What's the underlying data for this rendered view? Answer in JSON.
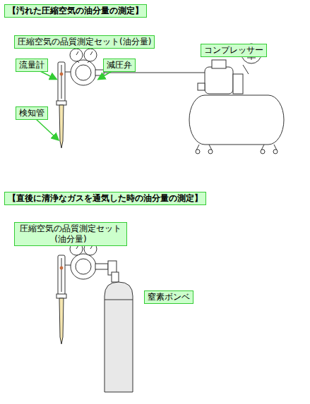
{
  "diagram": {
    "nodes": [
      {
        "text": [
          "【汚れた圧縮空気の油分量の測定】"
        ]
      },
      {
        "text": [
          "圧縮空気の品質測定セット(油分量)"
        ]
      },
      {
        "text": [
          "流量計"
        ]
      },
      {
        "text": [
          "減圧弁"
        ]
      },
      {
        "text": [
          "検知管"
        ]
      },
      {
        "text": [
          "コンプレッサー"
        ]
      },
      {
        "text": [
          "【直後に清浄なガスを通気した時の油分量の測定】"
        ]
      },
      {
        "text": [
          "圧縮空気の品質測定セット (油分量)"
        ]
      },
      {
        "text": [
          "窒素ボンベ"
        ]
      }
    ]
  }
}
